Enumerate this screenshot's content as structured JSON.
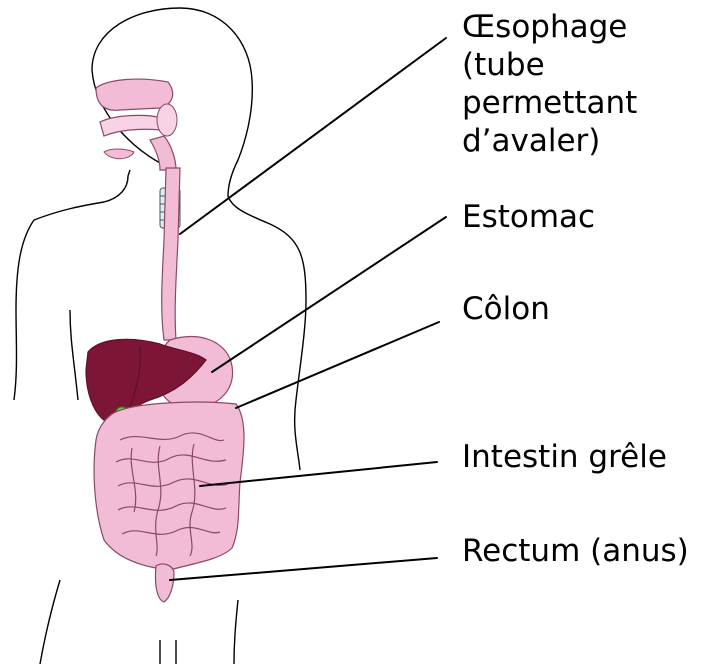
{
  "colors": {
    "outline": "#000000",
    "body_fill": "#ffffff",
    "organ_pink": "#f3bcd6",
    "organ_pink_light": "#f8d3e5",
    "organ_stroke": "#8a4a66",
    "liver": "#7d1537",
    "liver_dark": "#5e0f29",
    "gallbladder": "#59d13a",
    "trachea_ring": "#d8f0f2"
  },
  "labels": {
    "esophagus": [
      "Œsophage",
      "(tube",
      "permettant",
      "d’avaler)"
    ],
    "stomach": "Estomac",
    "colon": "Côlon",
    "small_intestine": "Intestin grêle",
    "rectum": "Rectum (anus)"
  }
}
